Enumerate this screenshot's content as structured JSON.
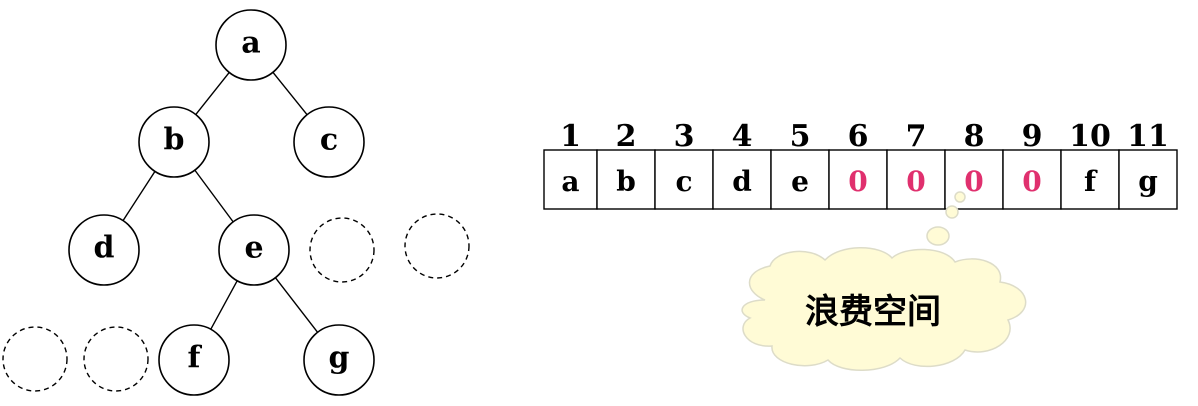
{
  "tree": {
    "nodes": [
      {
        "id": "a",
        "label": "a"
      },
      {
        "id": "b",
        "label": "b"
      },
      {
        "id": "c",
        "label": "c"
      },
      {
        "id": "d",
        "label": "d"
      },
      {
        "id": "e",
        "label": "e"
      },
      {
        "id": "f",
        "label": "f"
      },
      {
        "id": "g",
        "label": "g"
      }
    ],
    "edges": [
      [
        "a",
        "b"
      ],
      [
        "a",
        "c"
      ],
      [
        "b",
        "d"
      ],
      [
        "b",
        "e"
      ],
      [
        "e",
        "f"
      ],
      [
        "e",
        "g"
      ]
    ],
    "ghost_node_count": 4
  },
  "array": {
    "indices": [
      "1",
      "2",
      "3",
      "4",
      "5",
      "6",
      "7",
      "8",
      "9",
      "10",
      "11"
    ],
    "cells": [
      "a",
      "b",
      "c",
      "d",
      "e",
      "0",
      "0",
      "0",
      "0",
      "f",
      "g"
    ],
    "empty_marker": "0"
  },
  "callout": {
    "text": "浪费空间"
  },
  "colors": {
    "empty_cell": "#e0306e",
    "filled_cell": "#000000",
    "cloud_fill": "#fffbd6"
  }
}
